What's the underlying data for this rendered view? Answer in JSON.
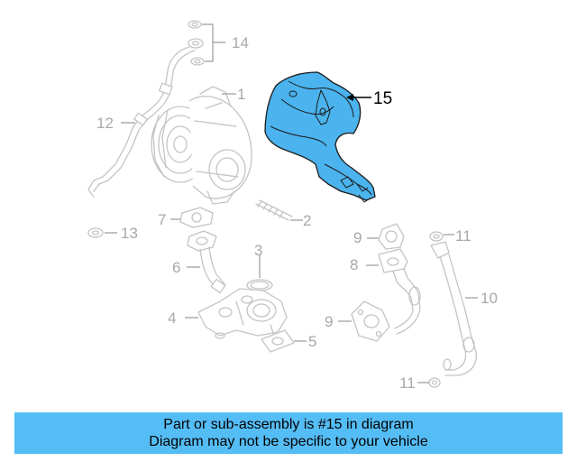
{
  "highlight_color": "#55bdf5",
  "highlighted_part": "15",
  "callouts": {
    "c1": "1",
    "c2": "2",
    "c3": "3",
    "c4": "4",
    "c5": "5",
    "c6": "6",
    "c7": "7",
    "c8": "8",
    "c9a": "9",
    "c9b": "9",
    "c10": "10",
    "c11a": "11",
    "c11b": "11",
    "c12": "12",
    "c13": "13",
    "c14": "14",
    "c15": "15"
  },
  "banner": {
    "line1": "Part or sub-assembly is #15 in diagram",
    "line2": "Diagram may not be specific to your vehicle"
  }
}
